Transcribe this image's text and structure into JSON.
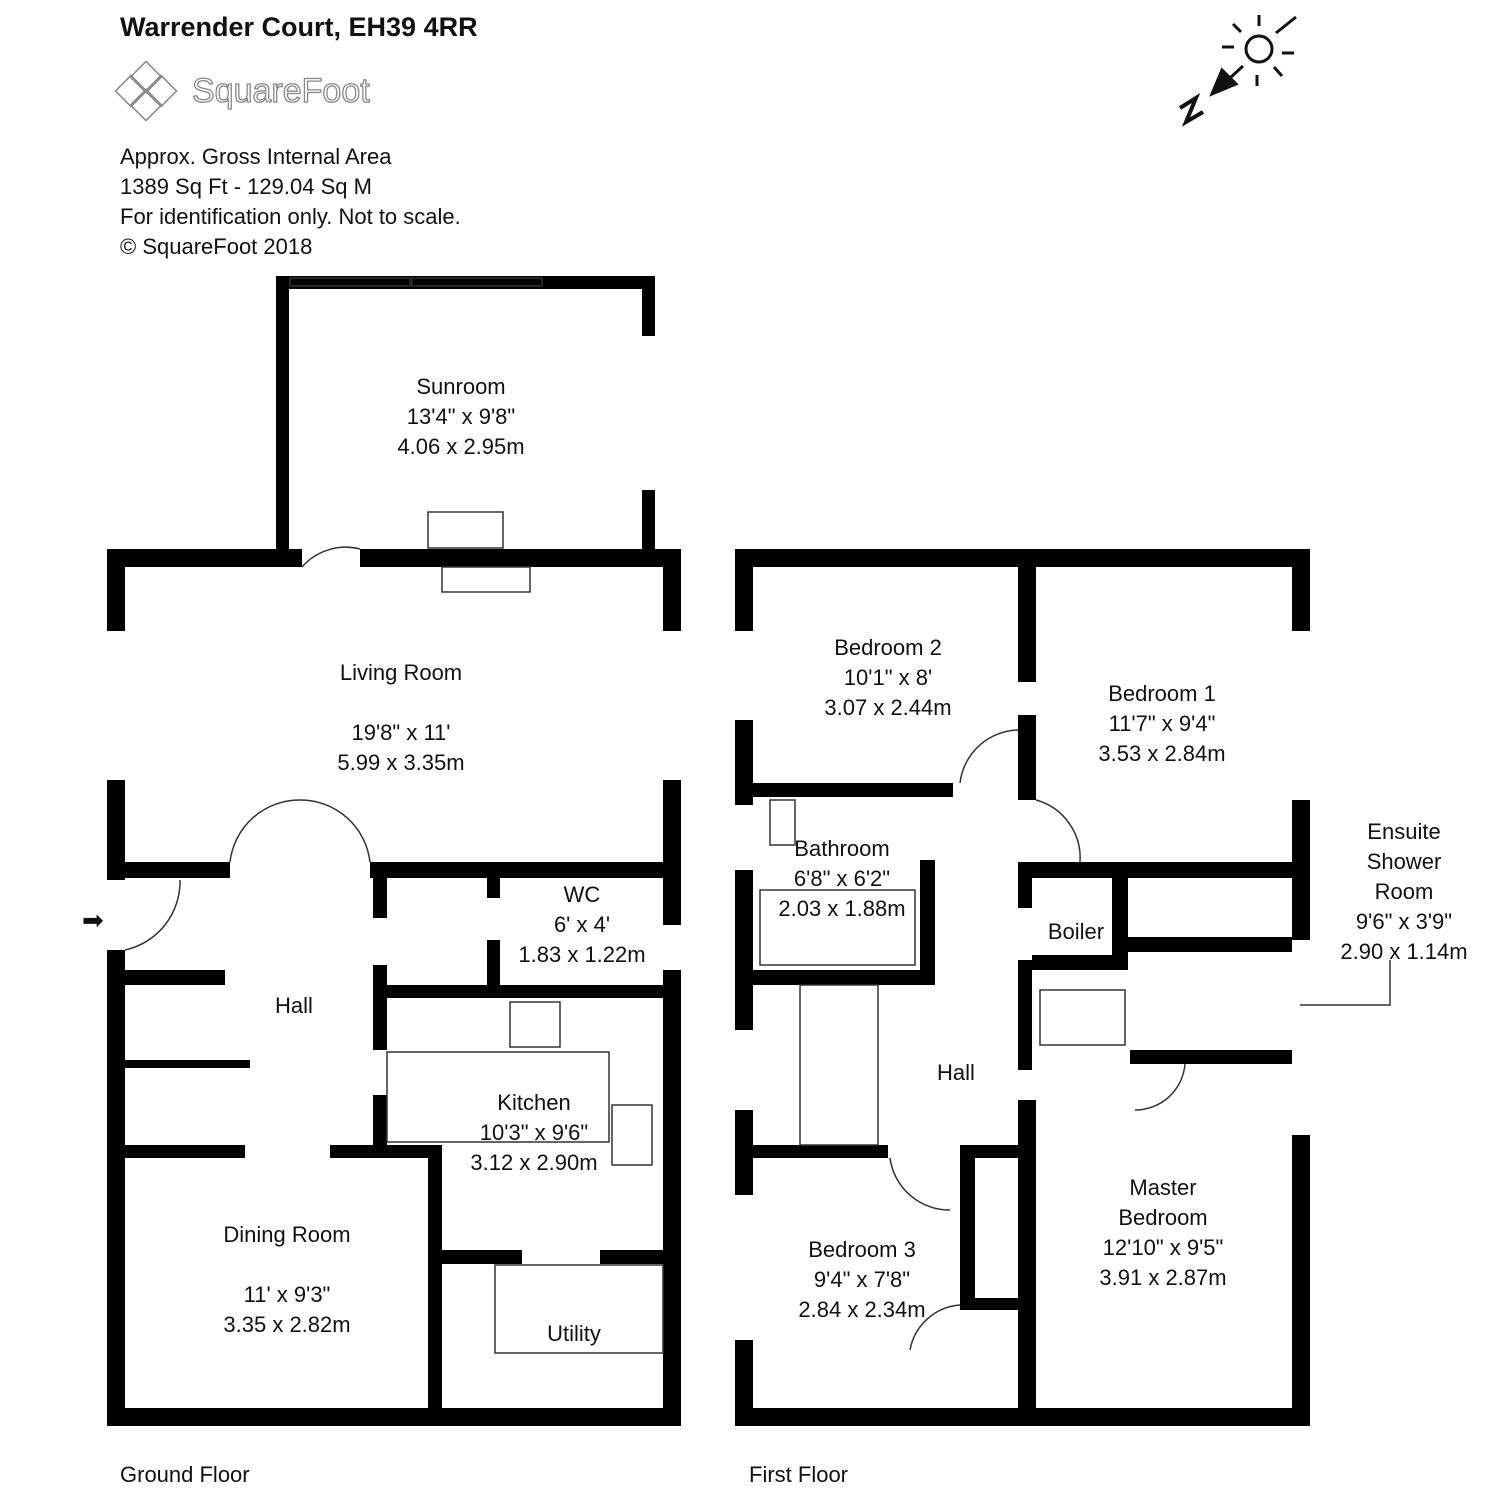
{
  "header": {
    "title": "Warrender Court, EH39 4RR",
    "logo": "SquareFoot",
    "info": [
      "Approx. Gross Internal Area",
      "1389 Sq Ft  -  129.04 Sq M",
      "For identification only. Not to scale.",
      "© SquareFoot 2018"
    ]
  },
  "compass": {
    "icon": "north-arrow-sun-icon",
    "letter": "N"
  },
  "ground_floor": {
    "label": "Ground Floor",
    "rooms": [
      {
        "name": "Sunroom",
        "imperial": "13'4\" x 9'8\"",
        "metric": "4.06 x 2.95m"
      },
      {
        "name": "Living Room",
        "imperial": "19'8\" x 11'",
        "metric": "5.99 x 3.35m"
      },
      {
        "name": "WC",
        "imperial": "6' x 4'",
        "metric": "1.83 x 1.22m"
      },
      {
        "name": "Hall"
      },
      {
        "name": "Kitchen",
        "imperial": "10'3\" x 9'6\"",
        "metric": "3.12 x 2.90m"
      },
      {
        "name": "Dining Room",
        "imperial": "11' x 9'3\"",
        "metric": "3.35 x 2.82m"
      },
      {
        "name": "Utility"
      }
    ]
  },
  "first_floor": {
    "label": "First Floor",
    "rooms": [
      {
        "name": "Bedroom 2",
        "imperial": "10'1\" x 8'",
        "metric": "3.07 x 2.44m"
      },
      {
        "name": "Bedroom 1",
        "imperial": "11'7\" x 9'4\"",
        "metric": "3.53 x 2.84m"
      },
      {
        "name": "Bathroom",
        "imperial": "6'8\" x 6'2\"",
        "metric": "2.03 x 1.88m"
      },
      {
        "name": "Boiler"
      },
      {
        "name": "Ensuite Shower Room",
        "imperial": "9'6\" x 3'9\"",
        "metric": "2.90 x 1.14m"
      },
      {
        "name": "Hall"
      },
      {
        "name": "Master Bedroom",
        "imperial": "12'10\" x 9'5\"",
        "metric": "3.91 x 2.87m"
      },
      {
        "name": "Bedroom 3",
        "imperial": "9'4\" x 7'8\"",
        "metric": "2.84 x 2.34m"
      }
    ]
  }
}
